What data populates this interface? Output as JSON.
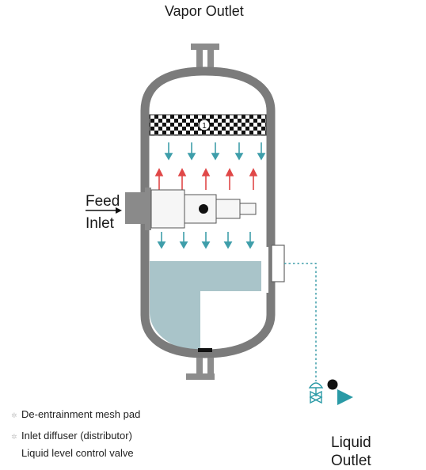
{
  "labels": {
    "vapor_outlet": "Vapor Outlet",
    "feed": "Feed",
    "inlet": "Inlet",
    "liquid": "Liquid",
    "outlet": "Outlet",
    "mesh_pad_number": "1"
  },
  "legend": {
    "items": [
      "De-entrainment mesh pad",
      "Inlet diffuser (distributor)",
      "Liquid level control valve"
    ]
  },
  "colors": {
    "vessel_wall": "#7b7b7b",
    "liquid": "#a9c4c9",
    "down_arrow": "#3f9eaa",
    "up_arrow": "#e04848",
    "control_line": "#3f9eaa",
    "valve": "#2a9aa6"
  }
}
